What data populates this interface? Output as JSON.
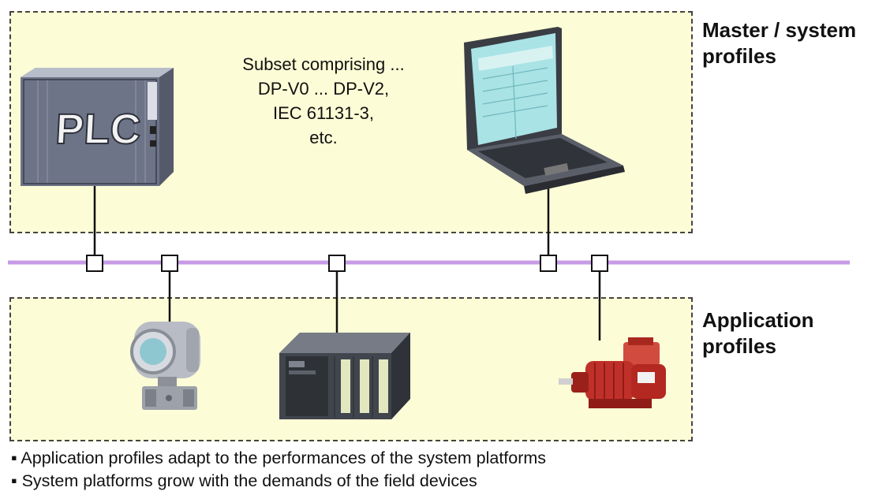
{
  "labels": {
    "master": [
      "Master / system",
      "profiles"
    ],
    "application": [
      "Application",
      "profiles"
    ]
  },
  "subset_note": [
    "Subset comprising ...",
    "DP-V0 ... DP-V2,",
    "IEC 61131-3,",
    "etc."
  ],
  "plc_text": "PLC",
  "footnotes": [
    "▪ Application profiles adapt to the performances of the system platforms",
    "▪ System platforms grow with the demands of the field devices"
  ],
  "colors": {
    "zone_fill": "#fcfcd6",
    "bus": "#c79be6",
    "plc_body": "#6e7487",
    "laptop_screen": "#a9e3e6",
    "motor": "#c0302a"
  },
  "icons": [
    "plc-icon",
    "laptop-icon",
    "pressure-transmitter-icon",
    "io-module-icon",
    "motor-icon"
  ]
}
